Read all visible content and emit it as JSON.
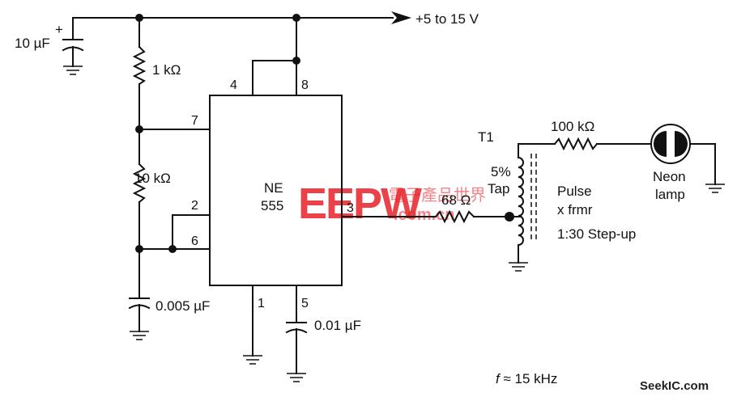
{
  "supply": {
    "label": "+5 to 15 V"
  },
  "components": {
    "c_supply": "10 µF",
    "c_supply_polarity": "+",
    "r1": "1 kΩ",
    "r2": "10 kΩ",
    "c_timing": "0.005 µF",
    "c_control": "0.01 µF",
    "r_series": "68 Ω",
    "r_lamp": "100 kΩ",
    "ic_line1": "NE",
    "ic_line2": "555",
    "transformer": "T1",
    "tap_pct": "5%",
    "tap_word": "Tap",
    "xfmr_line1": "Pulse",
    "xfmr_line2": "x frmr",
    "xfmr_line3": "1:30 Step-up",
    "lamp_line1": "Neon",
    "lamp_line2": "lamp"
  },
  "pins": {
    "p1": "1",
    "p2": "2",
    "p3": "3",
    "p4": "4",
    "p5": "5",
    "p6": "6",
    "p7": "7",
    "p8": "8"
  },
  "frequency": {
    "var": "f",
    "rest": " ≈ 15 kHz"
  },
  "watermarks": {
    "brand": "EEPW",
    "chinese": "電子產品世界",
    "domain": ".com.cn",
    "site": "SeekIC.com"
  }
}
